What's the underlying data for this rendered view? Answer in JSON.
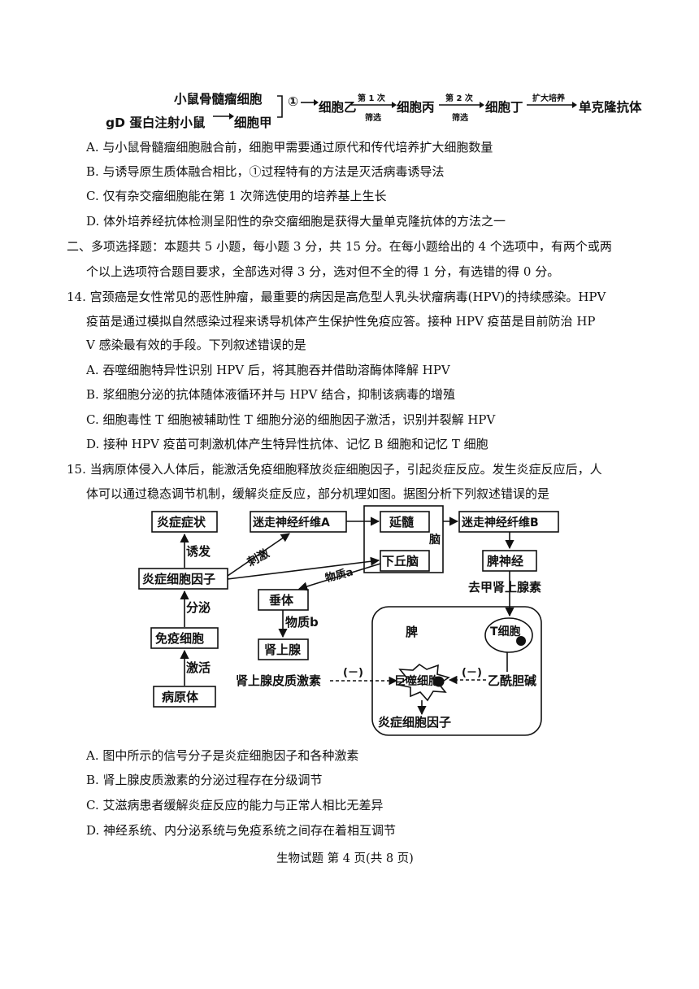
{
  "flowchart": {
    "mouse_myeloma": "小鼠骨髓瘤细胞",
    "gd_mouse": "gD 蛋白注射小鼠",
    "cell_jia": "细胞甲",
    "step1": "①",
    "cell_yi": "细胞乙",
    "screen1_top": "第 1 次",
    "screen1_bottom": "筛选",
    "cell_bing": "细胞丙",
    "screen2_top": "第 2 次",
    "screen2_bottom": "筛选",
    "cell_ding": "细胞丁",
    "expand": "扩大培养",
    "product": "单克隆抗体"
  },
  "q13_options": [
    "A. 与小鼠骨髓瘤细胞融合前，细胞甲需要通过原代和传代培养扩大细胞数量",
    "B. 与诱导原生质体融合相比，①过程特有的方法是灭活病毒诱导法",
    "C. 仅有杂交瘤细胞能在第 1 次筛选使用的培养基上生长",
    "D. 体外培养经抗体检测呈阳性的杂交瘤细胞是获得大量单克隆抗体的方法之一"
  ],
  "section2": {
    "line1": "二、多项选择题：本题共 5 小题，每小题 3 分，共 15 分。在每小题给出的 4 个选项中，有两个或两",
    "line2": "个以上选项符合题目要求，全部选对得 3 分，选对但不全的得 1 分，有选错的得 0 分。"
  },
  "q14": {
    "line1": "14. 宫颈癌是女性常见的恶性肿瘤，最重要的病因是高危型人乳头状瘤病毒(HPV)的持续感染。HPV",
    "line2": "疫苗是通过模拟自然感染过程来诱导机体产生保护性免疫应答。接种  HPV  疫苗是目前防治  HP",
    "line3": "V 感染最有效的手段。下列叙述错误的是",
    "options": [
      "A. 吞噬细胞特异性识别  HPV 后，将其胞吞并借助溶酶体降解  HPV",
      "B. 浆细胞分泌的抗体随体液循环并与  HPV 结合，抑制该病毒的增殖",
      "C. 细胞毒性 T 细胞被辅助性  T 细胞分泌的细胞因子激活，识别并裂解  HPV",
      "D. 接种  HPV 疫苗可刺激机体产生特异性抗体、记忆 B 细胞和记忆 T 细胞"
    ]
  },
  "q15": {
    "line1": "15. 当病原体侵入人体后，能激活免疫细胞释放炎症细胞因子，引起炎症反应。发生炎症反应后，人",
    "line2": "体可以通过稳态调节机制，缓解炎症反应，部分机理如图。据图分析下列叙述错误的是",
    "options": [
      "A. 图中所示的信号分子是炎症细胞因子和各种激素",
      "B. 肾上腺皮质激素的分泌过程存在分级调节",
      "C. 艾滋病患者缓解炎症反应的能力与正常人相比无差异",
      "D. 神经系统、内分泌系统与免疫系统之间存在着相互调节"
    ]
  },
  "diagram": {
    "symptom": "炎症症状",
    "induce": "诱发",
    "cytokine": "炎症细胞因子",
    "secrete": "分泌",
    "immune_cell": "免疫细胞",
    "activate": "激活",
    "pathogen": "病原体",
    "vagus_a": "迷走神经纤维A",
    "stimulate": "刺激",
    "medulla": "延髓",
    "brain": "脑",
    "hypothalamus": "下丘脑",
    "substance_a": "物质a",
    "pituitary": "垂体",
    "substance_b": "物质b",
    "adrenal": "肾上腺",
    "cortex_hormone": "肾上腺皮质激素",
    "inhibit_left": "(－)",
    "vagus_b": "迷走神经纤维B",
    "spleen_nerve": "脾神经",
    "norepinephrine": "去甲肾上腺素",
    "spleen": "脾",
    "t_cell": "T细胞",
    "macrophage": "巨噬细胞",
    "inhibit_right": "(－)",
    "acetylcholine": "乙酰胆碱",
    "spleen_cytokine": "炎症细胞因子"
  },
  "footer": "生物试题  第 4 页(共 8 页)"
}
